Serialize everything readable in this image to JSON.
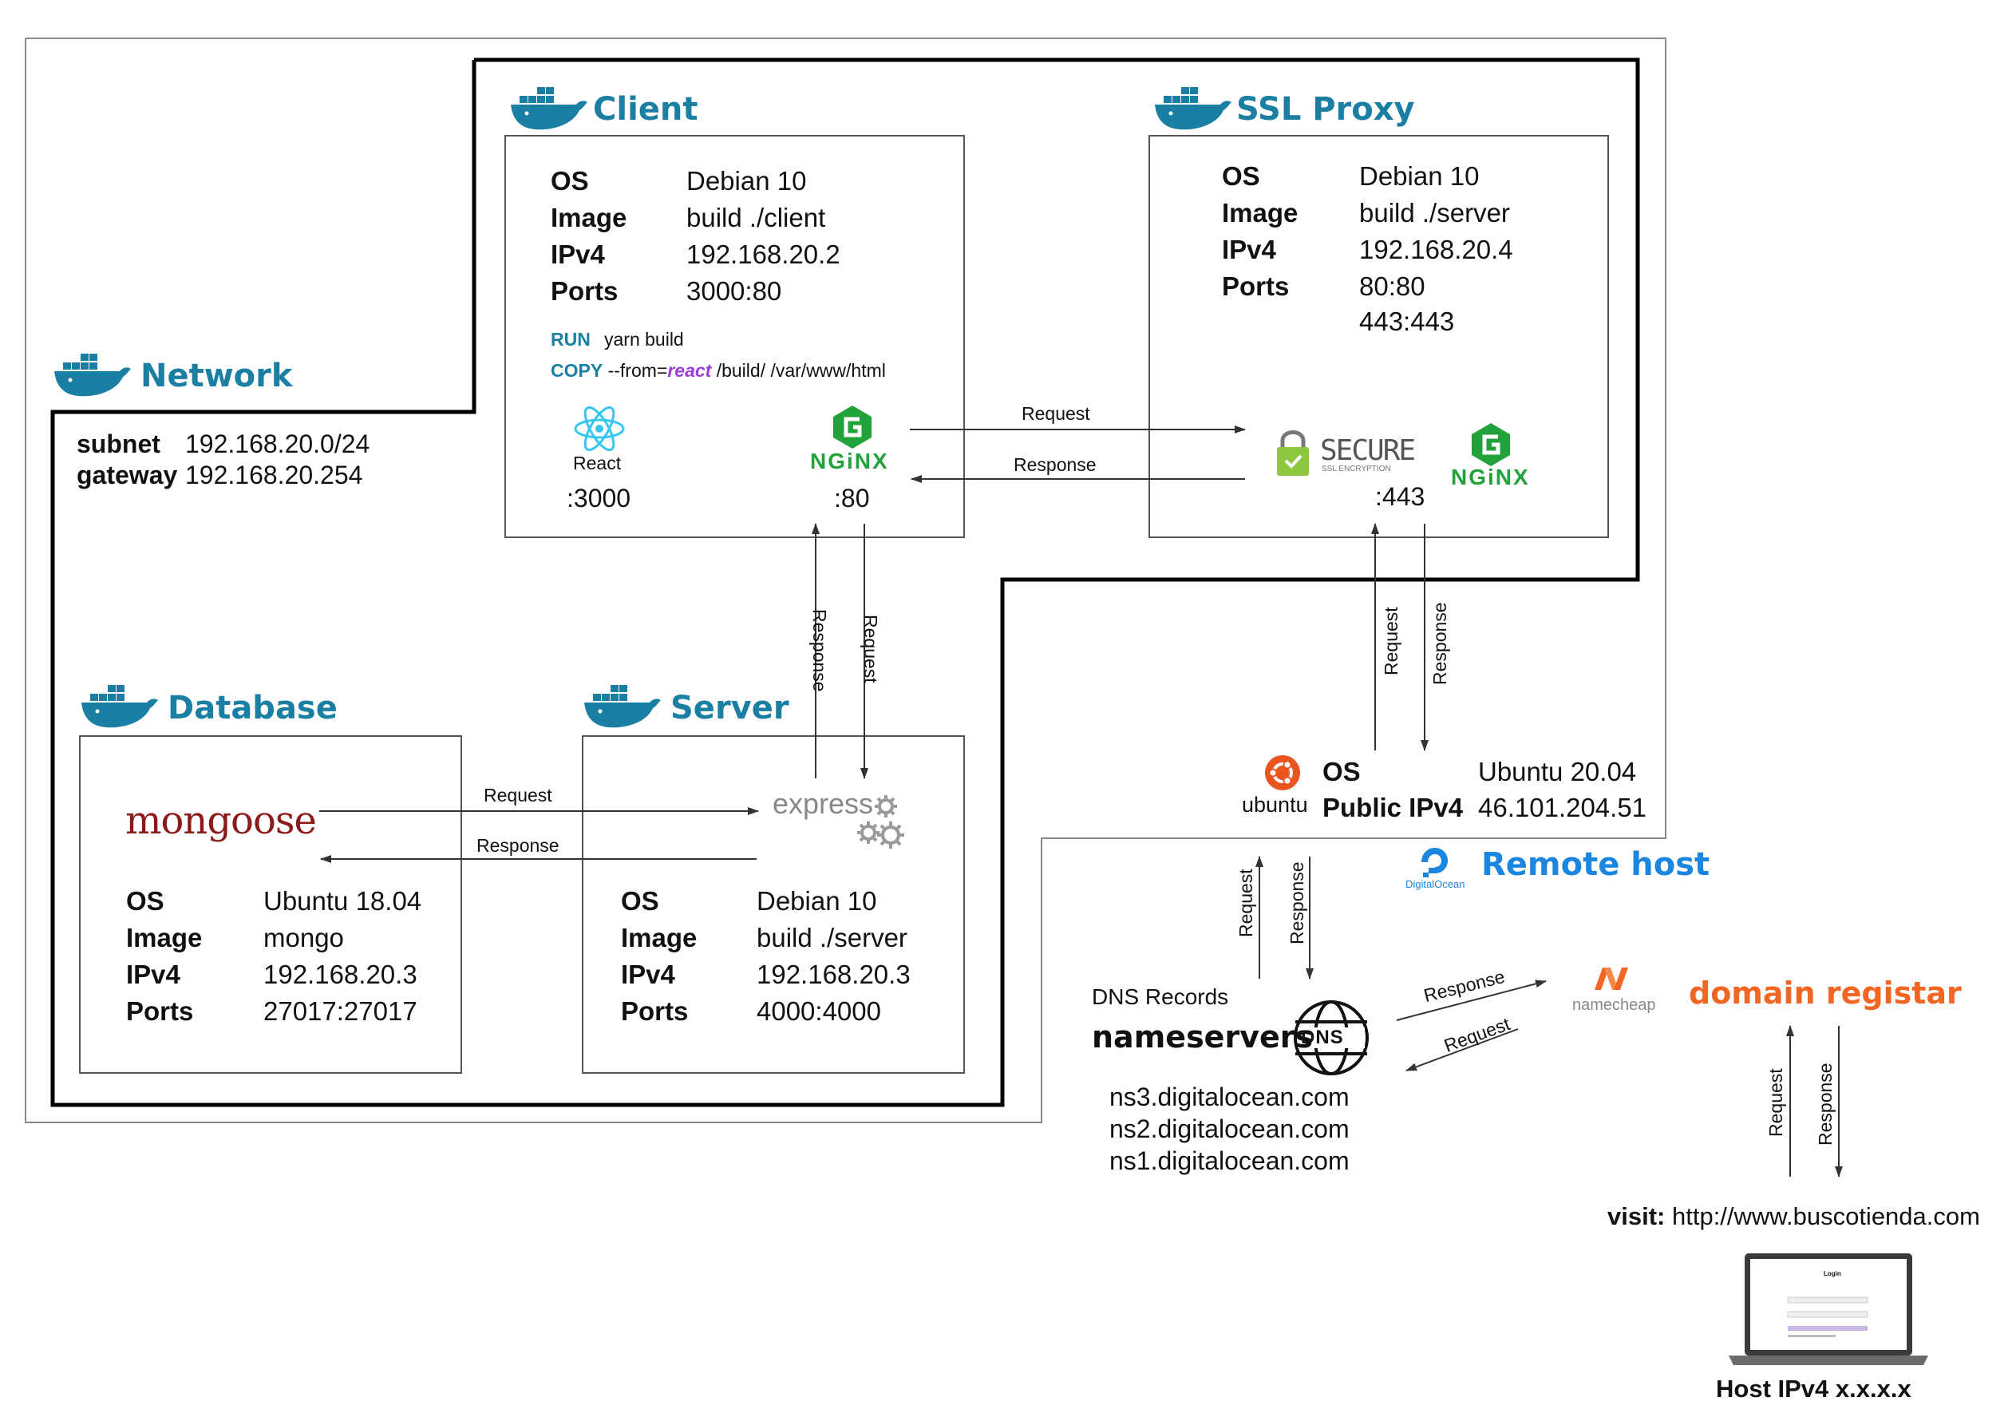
{
  "colors": {
    "docker_blue": "#1a7fa3",
    "remote_blue": "#1b86e0",
    "orange": "#f26522",
    "nginx_green": "#22a23a",
    "mongoose_red": "#8b1a1a",
    "react_cyan": "#35c7f0",
    "copy_purple": "#9b3dd6"
  },
  "network": {
    "title": "Network",
    "subnet_label": "subnet",
    "subnet_value": "192.168.20.0/24",
    "gateway_label": "gateway",
    "gateway_value": "192.168.20.254"
  },
  "client": {
    "title": "Client",
    "specs": [
      {
        "key": "OS",
        "value": "Debian 10"
      },
      {
        "key": "Image",
        "value": "build ./client"
      },
      {
        "key": "IPv4",
        "value": "192.168.20.2"
      },
      {
        "key": "Ports",
        "value": "3000:80"
      }
    ],
    "run_kw": "RUN",
    "run_cmd": "yarn build",
    "copy_kw": "COPY",
    "copy_from": "--from=",
    "copy_react": "react",
    "copy_rest": "/build/ /var/www/html",
    "react_label": "React",
    "react_port": ":3000",
    "nginx_label": "NGiNX",
    "nginx_port": ":80"
  },
  "ssl_proxy": {
    "title": "SSL Proxy",
    "specs": [
      {
        "key": "OS",
        "value": "Debian 10"
      },
      {
        "key": "Image",
        "value": "build ./server"
      },
      {
        "key": "IPv4",
        "value": "192.168.20.4"
      },
      {
        "key": "Ports",
        "value": "80:80"
      }
    ],
    "extra_port": "443:443",
    "secure_label": "SECURE",
    "secure_sub": "SSL ENCRYPTION",
    "nginx_label": "NGiNX",
    "port": ":443"
  },
  "database": {
    "title": "Database",
    "logo": "mongoose",
    "specs": [
      {
        "key": "OS",
        "value": "Ubuntu 18.04"
      },
      {
        "key": "Image",
        "value": "mongo"
      },
      {
        "key": "IPv4",
        "value": "192.168.20.3"
      },
      {
        "key": "Ports",
        "value": "27017:27017"
      }
    ]
  },
  "server": {
    "title": "Server",
    "logo": "express",
    "specs": [
      {
        "key": "OS",
        "value": "Debian 10"
      },
      {
        "key": "Image",
        "value": "build ./server"
      },
      {
        "key": "IPv4",
        "value": "192.168.20.3"
      },
      {
        "key": "Ports",
        "value": "4000:4000"
      }
    ]
  },
  "arrows": {
    "client_proxy_request": "Request",
    "client_proxy_response": "Response",
    "server_client_response": "Response",
    "server_client_request": "Request",
    "db_server_request": "Request",
    "db_server_response": "Response",
    "proxy_host_request": "Request",
    "proxy_host_response": "Response",
    "host_dns_request": "Request",
    "host_dns_response": "Response",
    "dns_nc_response": "Response",
    "dns_nc_request": "Request",
    "laptop_request": "Request",
    "laptop_response": "Response"
  },
  "remote_host": {
    "ubuntu_label": "ubuntu",
    "os_key": "OS",
    "os_value": "Ubuntu  20.04",
    "ip_key": "Public IPv4",
    "ip_value": "46.101.204.51",
    "do_label": "DigitalOcean",
    "title": "Remote host"
  },
  "dns": {
    "records_label": "DNS Records",
    "title": "nameservers",
    "icon_text": "DNS",
    "nameservers": [
      "ns3.digitalocean.com",
      "ns2.digitalocean.com",
      "ns1.digitalocean.com"
    ]
  },
  "registrar": {
    "logo_label": "namecheap",
    "title": "domain registar"
  },
  "visitor": {
    "visit_label": "visit:",
    "url": "http://www.buscotienda.com",
    "screen_title": "Login",
    "host_label": "Host IPv4 x.x.x.x"
  }
}
